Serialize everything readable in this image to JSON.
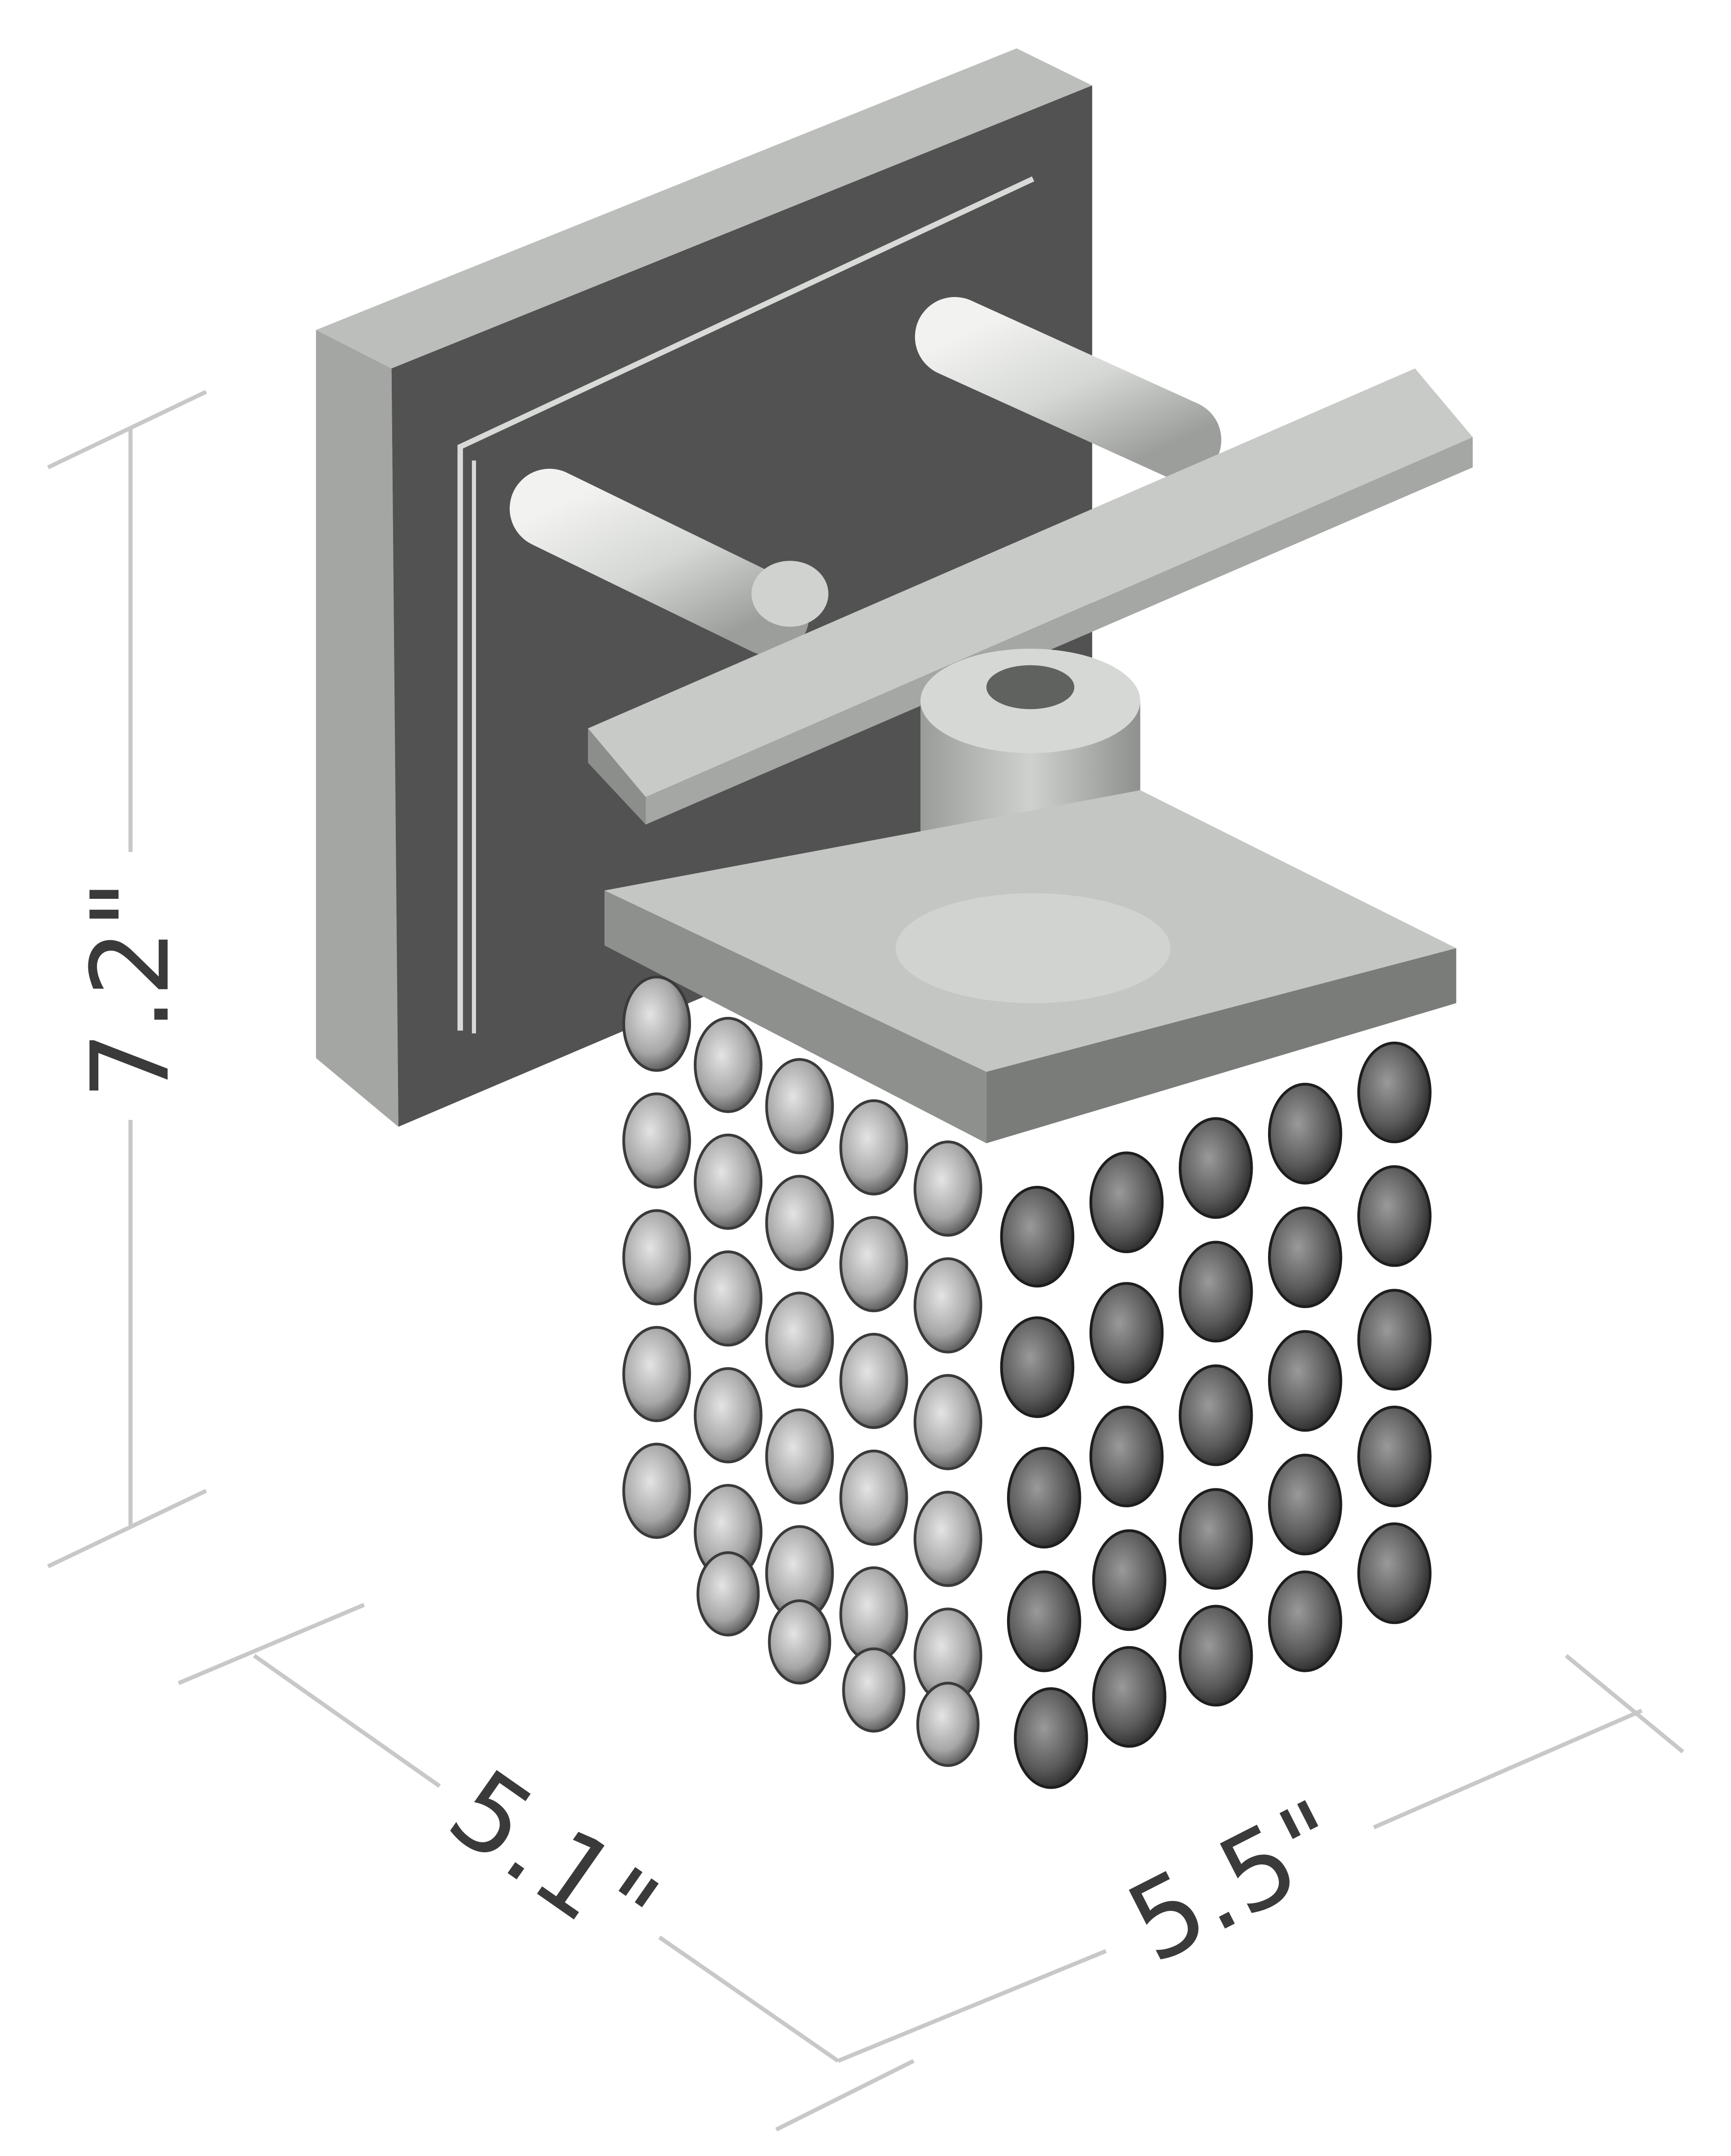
{
  "diagram": {
    "subject": "crystal wall sconce",
    "dimensions": {
      "height": "7.2\"",
      "depth": "5.1\"",
      "width": "5.5\""
    },
    "colors": {
      "background": "#ffffff",
      "backplate_face": "#525252",
      "backplate_edge": "#b9bbb8",
      "metal_light": "#d6d8d5",
      "metal_mid": "#a9aba8",
      "crystal_dark": "#5a5a5a",
      "crystal_light": "#bdbdbd",
      "dimension_line": "#c8c8c8",
      "dimension_text": "#3a3a3a"
    }
  }
}
